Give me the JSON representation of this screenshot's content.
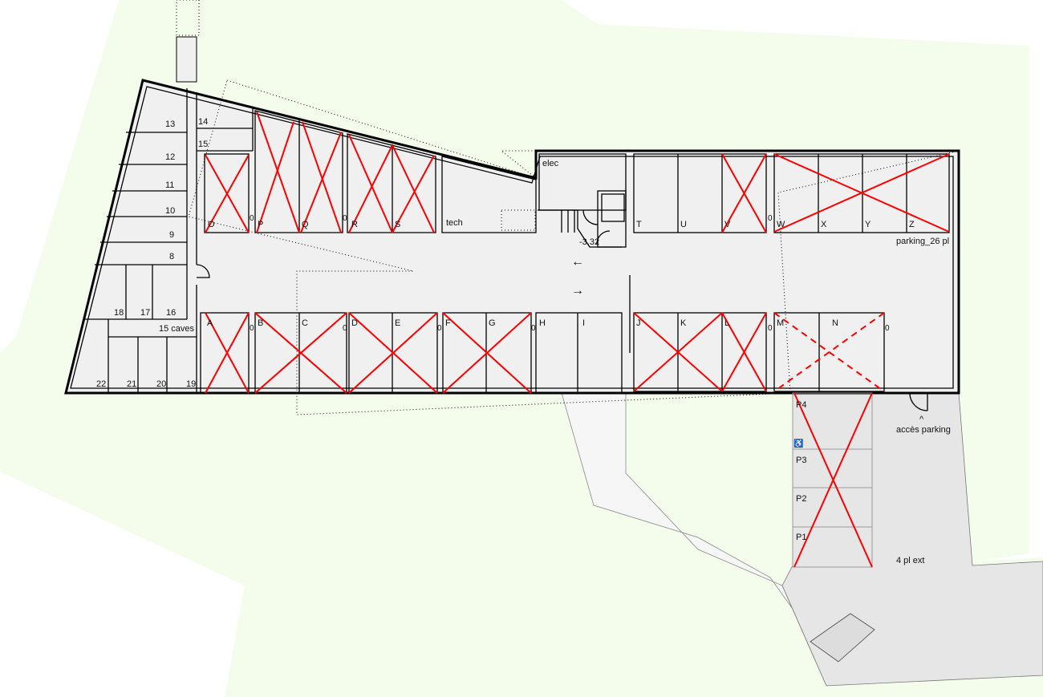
{
  "colors": {
    "site": "#f4fdec",
    "floor": "#f0f0f0",
    "ramp": "#f6f6f6",
    "exterior": "#e6e6e6",
    "cross": "#ff0000"
  },
  "rooms": {
    "tech": "tech",
    "elec": "elec",
    "level": "-3.32",
    "parking": "parking_26 pl",
    "caves": "15 caves",
    "access": "accès parking",
    "exterior_parking": "4 pl ext",
    "access_arrow": "^"
  },
  "arrows": {
    "out": "←",
    "in": "→"
  },
  "door_mark": "0",
  "caves": [
    "8",
    "9",
    "10",
    "11",
    "12",
    "13",
    "14",
    "15",
    "16",
    "17",
    "18",
    "19",
    "20",
    "21",
    "22"
  ],
  "stalls": {
    "A": "A",
    "B": "B",
    "C": "C",
    "D": "D",
    "E": "E",
    "F": "F",
    "G": "G",
    "H": "H",
    "I": "I",
    "J": "J",
    "K": "K",
    "L": "L",
    "M": "M",
    "N": "N",
    "O": "O",
    "P": "P",
    "Q": "Q",
    "R": "R",
    "S": "S",
    "T": "T",
    "U": "U",
    "V": "V",
    "W": "W",
    "X": "X",
    "Y": "Y",
    "Z": "Z"
  },
  "exterior_stalls": [
    "P1",
    "P2",
    "P3",
    "P4"
  ],
  "accessible_icon": "♿"
}
